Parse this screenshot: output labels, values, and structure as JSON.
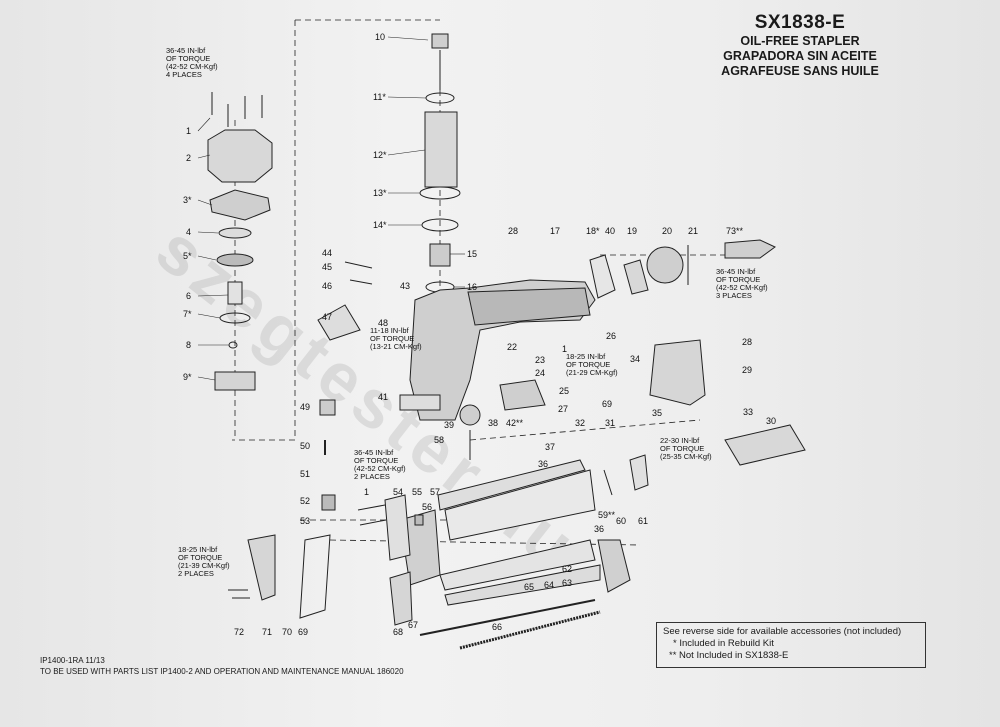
{
  "title": {
    "model": "SX1838-E",
    "lines": [
      "OIL-FREE STAPLER",
      "GRAPADORA SIN ACEITE",
      "AGRAFEUSE SANS HUILE"
    ]
  },
  "torque_notes": {
    "t1": [
      "36-45 IN-lbf",
      "OF TORQUE",
      "(42-52 CM-Kgf)",
      "4 PLACES"
    ],
    "t2": [
      "11-18 IN-lbf",
      "OF TORQUE",
      "(13-21 CM-Kgf)"
    ],
    "t3": [
      "18-25 IN-lbf",
      "OF TORQUE",
      "(21-29 CM-Kgf)"
    ],
    "t4": [
      "36-45 IN-lbf",
      "OF TORQUE",
      "(42-52 CM-Kgf)",
      "3 PLACES"
    ],
    "t5": [
      "22-30 IN-lbf",
      "OF TORQUE",
      "(25-35 CM-Kgf)"
    ],
    "t6": [
      "36-45 IN-lbf",
      "OF TORQUE",
      "(42-52 CM-Kgf)",
      "2 PLACES"
    ],
    "t7": [
      "18-25 IN-lbf",
      "OF TORQUE",
      "(21-39 CM-Kgf)",
      "2 PLACES"
    ]
  },
  "parts": {
    "p1": "1",
    "p2": "2",
    "p3": "3*",
    "p4": "4",
    "p5": "5*",
    "p6": "6",
    "p7": "7*",
    "p8": "8",
    "p9": "9*",
    "p10": "10",
    "p11": "11*",
    "p12": "12*",
    "p13": "13*",
    "p14": "14*",
    "p15": "15",
    "p16": "16",
    "p17": "17",
    "p18": "18*",
    "p19": "19",
    "p20": "20",
    "p21": "21",
    "p22": "22",
    "p23": "23",
    "p24": "24",
    "p25": "25",
    "p26": "26",
    "p27": "27",
    "p28a": "28",
    "p28b": "28",
    "p29": "29",
    "p30": "30",
    "p31": "31",
    "p32": "32",
    "p33": "33",
    "p34": "34",
    "p35": "35",
    "p36a": "36",
    "p36b": "36",
    "p37": "37",
    "p38": "38",
    "p39": "39",
    "p40": "40",
    "p41": "41",
    "p42": "42**",
    "p43": "43",
    "p44": "44",
    "p45": "45",
    "p46": "46",
    "p47": "47",
    "p48": "48",
    "p49": "49",
    "p50": "50",
    "p51": "51",
    "p52": "52",
    "p53": "53",
    "p54": "54",
    "p55": "55",
    "p56": "56",
    "p57": "57",
    "p58": "58",
    "p59": "59**",
    "p60": "60",
    "p61": "61",
    "p62": "62",
    "p63": "63",
    "p64": "64",
    "p65": "65",
    "p66": "66",
    "p67": "67",
    "p68": "68",
    "p69a": "69",
    "p69b": "69",
    "p70": "70",
    "p71": "71",
    "p72": "72",
    "p73": "73**",
    "p1b": "1",
    "p1c": "1"
  },
  "note": {
    "line1": "See reverse side for available accessories (not included)",
    "line2": "* Included in Rebuild Kit",
    "line3": "** Not Included in SX1838-E"
  },
  "footer": {
    "line1": "IP1400-1RA 11/13",
    "line2": "TO BE USED WITH PARTS LIST IP1400-2 AND OPERATION AND MAINTENANCE MANUAL 186020"
  },
  "watermark": "szegtester.hu"
}
